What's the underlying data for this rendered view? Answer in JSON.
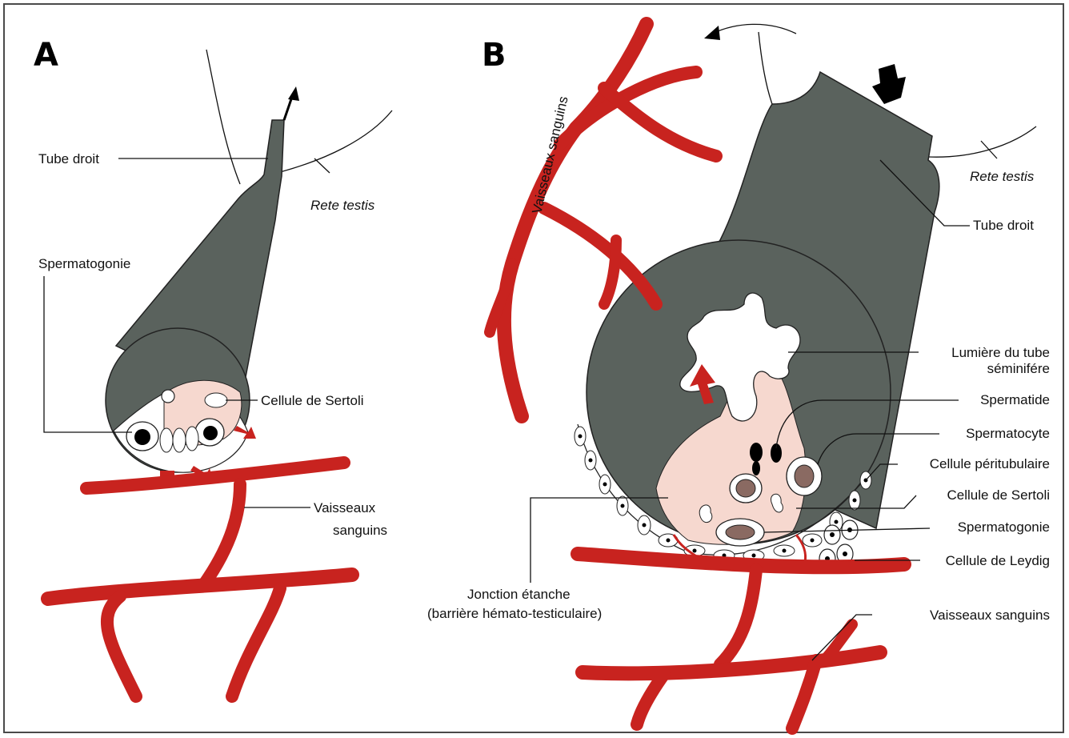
{
  "panels": {
    "a": {
      "letter": "A"
    },
    "b": {
      "letter": "B"
    }
  },
  "panel_a_labels": {
    "tube_droit": "Tube droit",
    "rete_testis": "Rete testis",
    "spermatogonie": "Spermatogonie",
    "cellule_sertoli": "Cellule de Sertoli",
    "vaisseaux_line1": "Vaisseaux",
    "vaisseaux_line2": "sanguins"
  },
  "panel_b_labels": {
    "vaisseaux_vertical": "Vaisseaux sanguins",
    "rete_testis": "Rete testis",
    "tube_droit": "Tube droit",
    "lumiere_line1": "Lumière du tube",
    "lumiere_line2": "séminifére",
    "spermatide": "Spermatide",
    "spermatocyte": "Spermatocyte",
    "cellule_peritubulaire": "Cellule péritubulaire",
    "cellule_sertoli": "Cellule de Sertoli",
    "spermatogonie": "Spermatogonie",
    "cellule_leydig": "Cellule de Leydig",
    "jonction_line1": "Jonction étanche",
    "jonction_line2": "(barrière hémato-testiculaire)",
    "vaisseaux_bottom": "Vaisseaux sanguins"
  },
  "colors": {
    "tube": "#5a625d",
    "vessel": "#c8231f",
    "sertoli": "#f6d8cf",
    "nucleus": "#8a6a62"
  }
}
